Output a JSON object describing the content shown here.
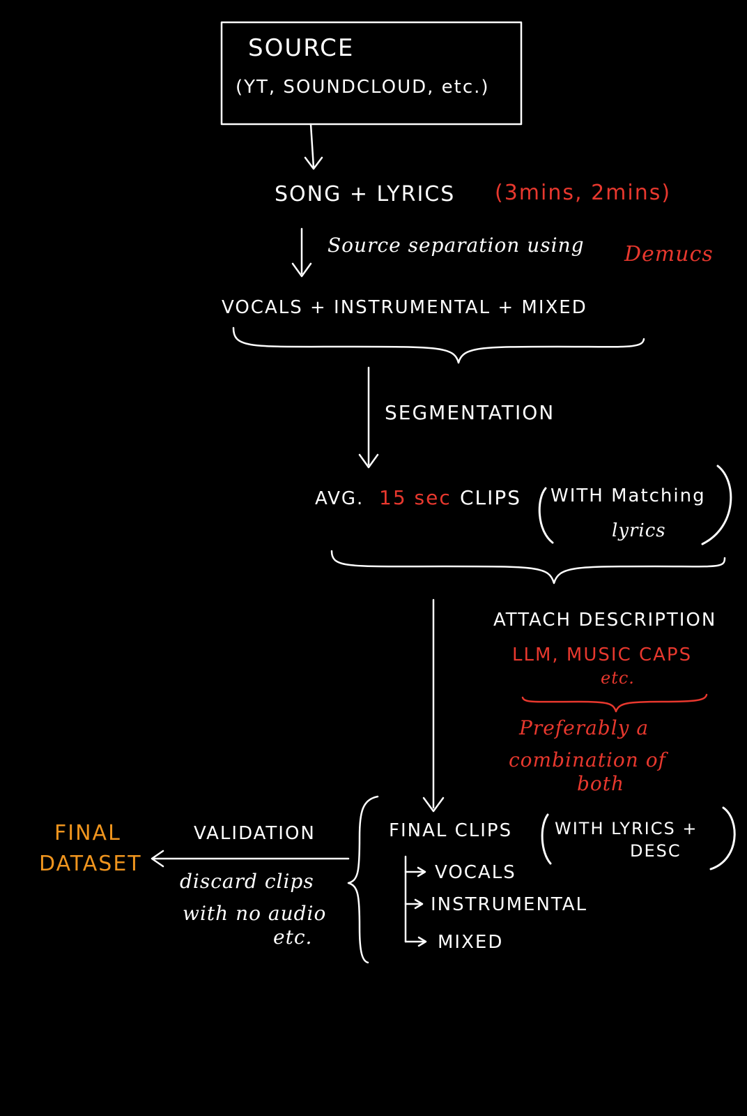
{
  "source": {
    "title": "SOURCE",
    "subtitle": "(YT, SOUNDCLOUD, etc.)"
  },
  "song": {
    "label": "SONG + LYRICS",
    "duration": "(3mins, 2mins)"
  },
  "separation": {
    "label": "Source separation using",
    "tool": "Demucs"
  },
  "stems": {
    "label": "VOCALS + INSTRUMENTAL + MIXED"
  },
  "segmentation": {
    "label": "SEGMENTATION"
  },
  "clips": {
    "prefix": "AVG.",
    "duration": "15 sec",
    "label": "CLIPS",
    "note_line1": "WITH Matching",
    "note_line2": "lyrics"
  },
  "description": {
    "label": "ATTACH DESCRIPTION",
    "sources_line1": "LLM, MUSIC CAPS",
    "sources_line2": "etc.",
    "note_line1": "Preferably a",
    "note_line2": "combination of",
    "note_line3": "both"
  },
  "final_clips": {
    "label": "FINAL CLIPS",
    "note_line1": "WITH LYRICS +",
    "note_line2": "DESC",
    "items": [
      "VOCALS",
      "INSTRUMENTAL",
      "MIXED"
    ]
  },
  "validation": {
    "label": "VALIDATION",
    "note_line1": "discard clips",
    "note_line2": "with no audio",
    "note_line3": "etc."
  },
  "output": {
    "line1": "FINAL",
    "line2": "DATASET"
  },
  "colors": {
    "background": "#000000",
    "ink": "#ffffff",
    "highlight": "#e8382e",
    "output": "#f0951e"
  }
}
